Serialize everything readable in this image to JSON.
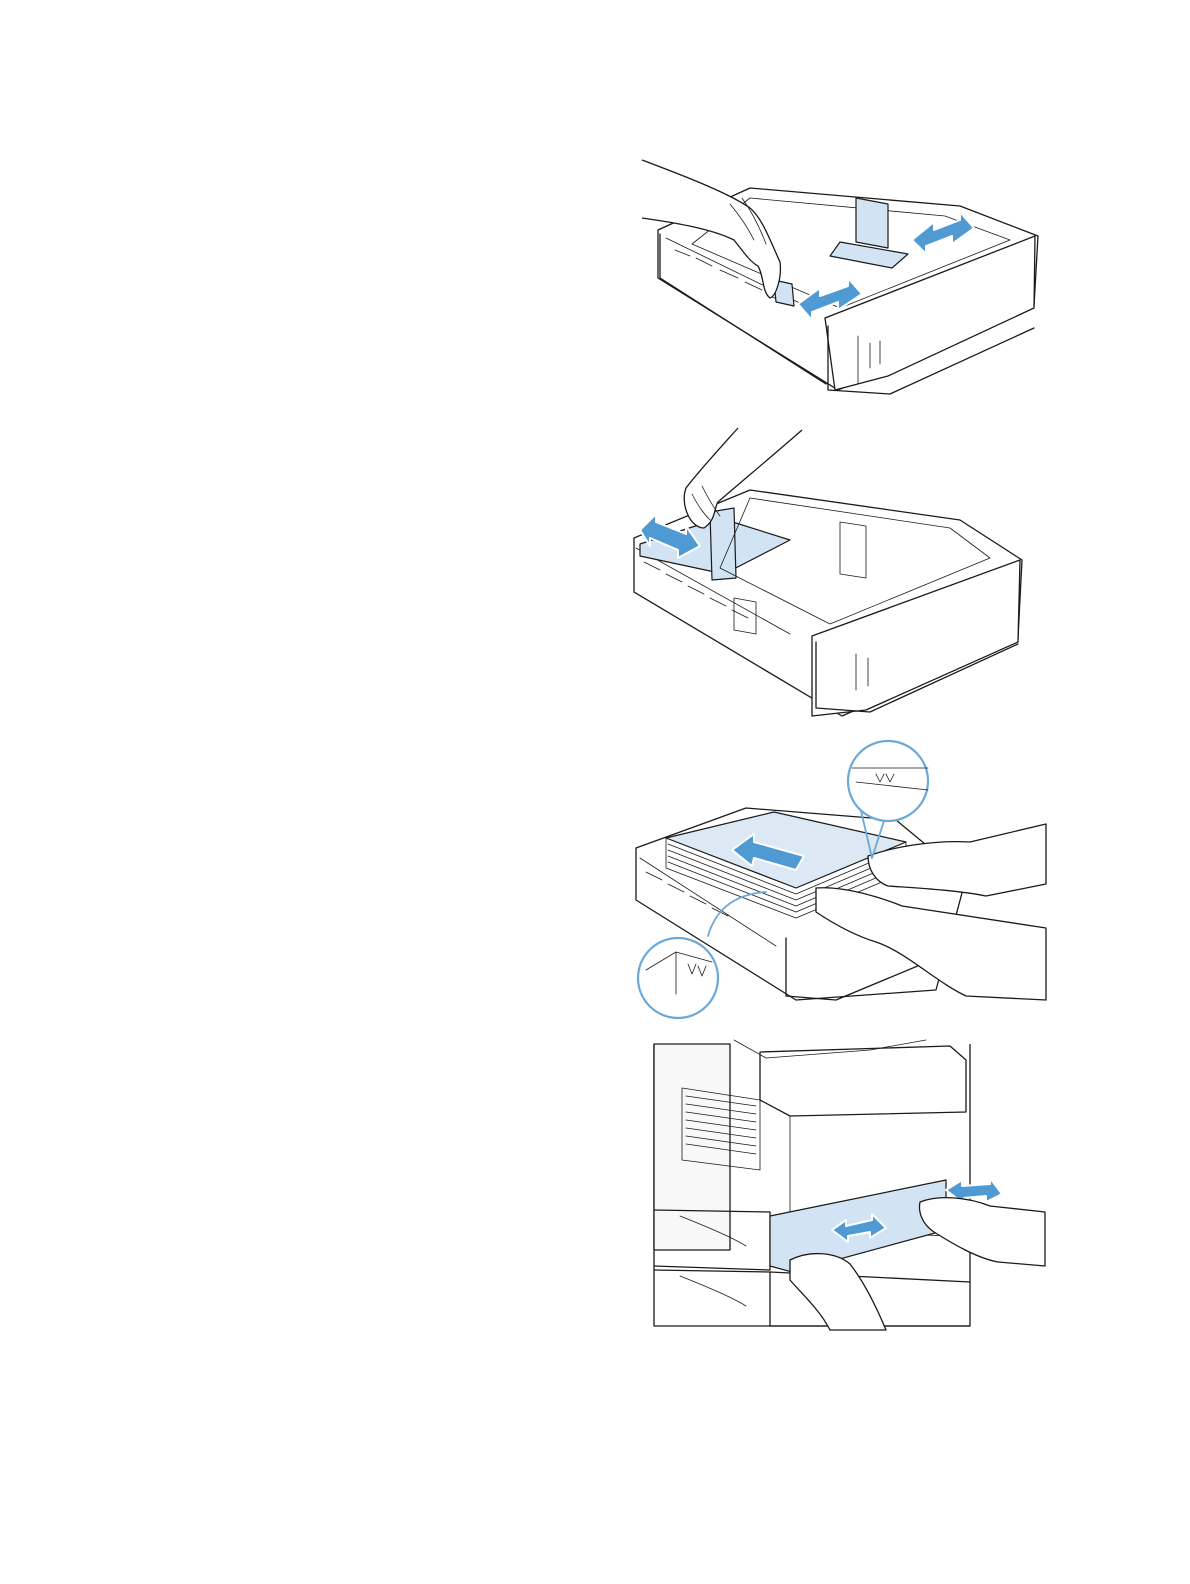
{
  "page": {
    "background": "#ffffff",
    "accent": "#4f9ad3",
    "highlight": "#d2e4f3"
  },
  "illustrations": [
    {
      "id": "step-1",
      "icon": "paper-guide-adjust-icon"
    },
    {
      "id": "step-2",
      "icon": "length-guide-adjust-icon"
    },
    {
      "id": "step-3",
      "icon": "load-paper-stack-icon"
    },
    {
      "id": "step-4",
      "icon": "insert-tray-icon"
    }
  ]
}
